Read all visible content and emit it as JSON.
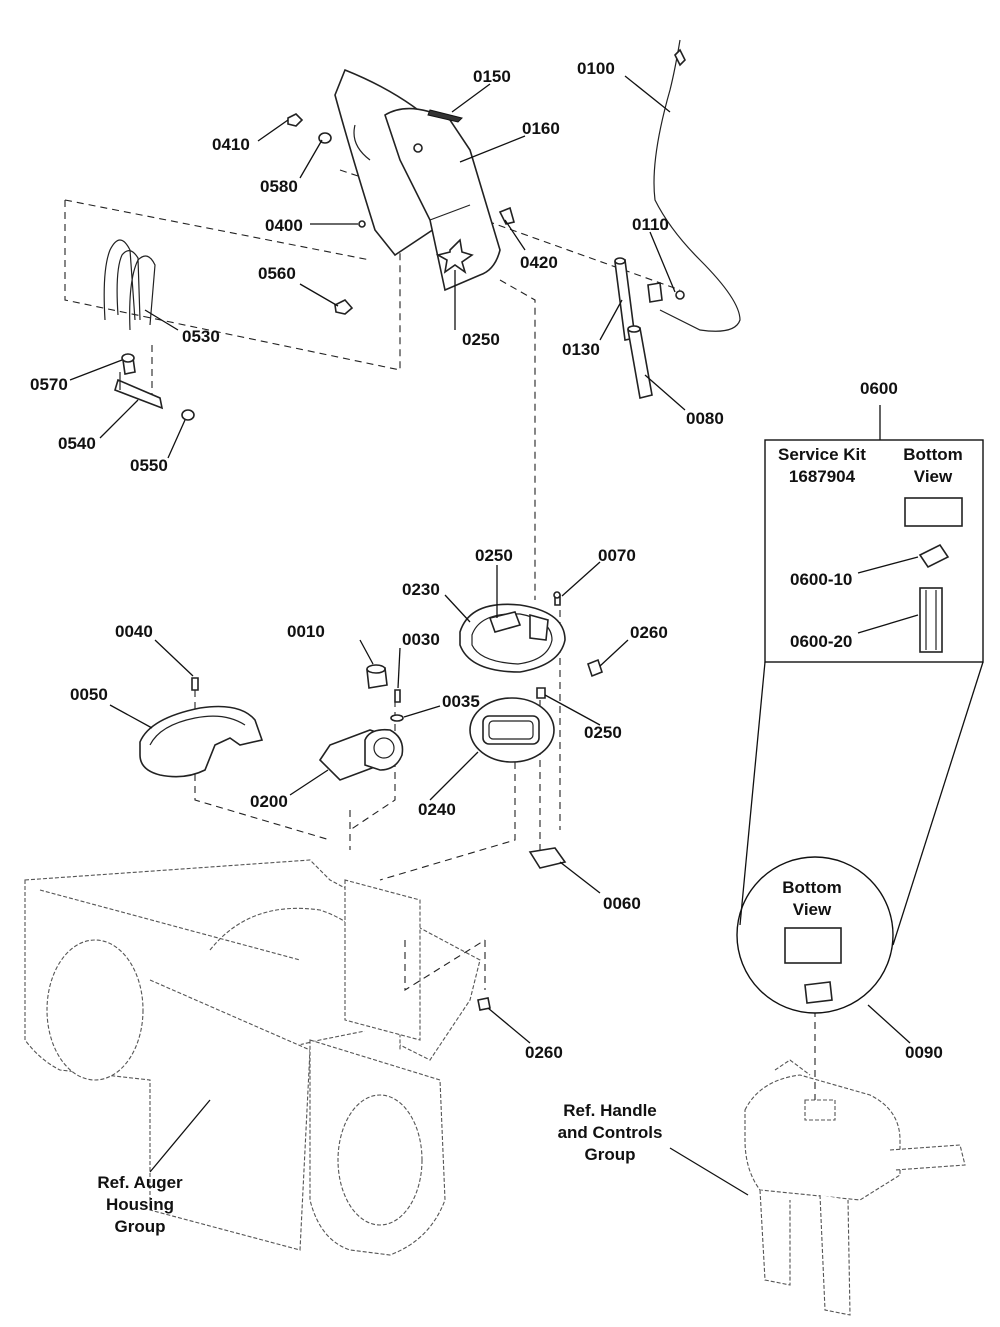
{
  "labels": {
    "p0010": "0010",
    "p0030": "0030",
    "p0035": "0035",
    "p0040": "0040",
    "p0050": "0050",
    "p0060": "0060",
    "p0070": "0070",
    "p0080": "0080",
    "p0090": "0090",
    "p0100": "0100",
    "p0110": "0110",
    "p0130": "0130",
    "p0150": "0150",
    "p0160": "0160",
    "p0200": "0200",
    "p0230": "0230",
    "p0240": "0240",
    "p0250": "0250",
    "p0260": "0260",
    "p0400": "0400",
    "p0410": "0410",
    "p0420": "0420",
    "p0530": "0530",
    "p0540": "0540",
    "p0550": "0550",
    "p0560": "0560",
    "p0570": "0570",
    "p0580": "0580",
    "p0600": "0600",
    "p0600_10": "0600-10",
    "p0600_20": "0600-20"
  },
  "service_kit": {
    "title_line1": "Service Kit",
    "title_line2": "1687904",
    "bottom_line1": "Bottom",
    "bottom_line2": "View"
  },
  "detail_circle": {
    "bottom_line1": "Bottom",
    "bottom_line2": "View"
  },
  "references": {
    "auger_line1": "Ref. Auger",
    "auger_line2": "Housing",
    "auger_line3": "Group",
    "handle_line1": "Ref. Handle",
    "handle_line2": "and Controls",
    "handle_line3": "Group"
  }
}
